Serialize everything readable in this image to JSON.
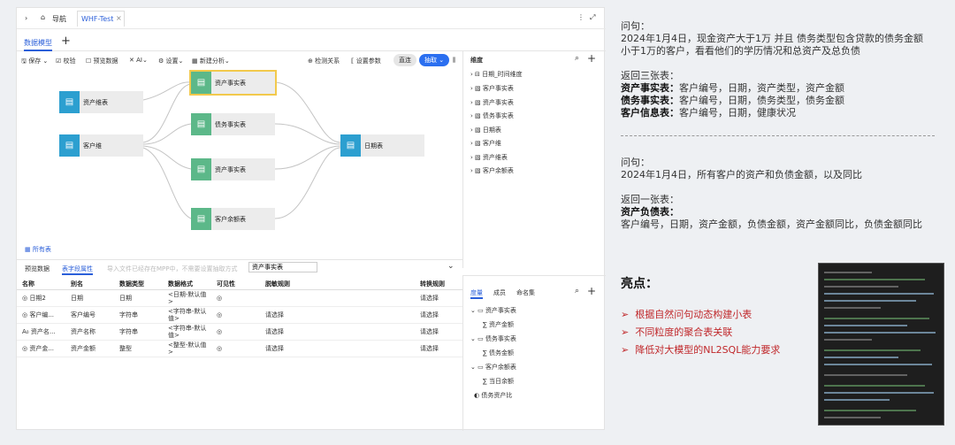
{
  "titlebar": {
    "nav_label": "导航",
    "tab_label": "WHF-Test",
    "close": "×"
  },
  "model_tab": "数据模型",
  "add_tab": "+",
  "toolbar": {
    "save": "保存",
    "verify": "校验",
    "preview": "预览数据",
    "ai": "AI",
    "settings": "设置",
    "new_analysis": "新建分析",
    "detect": "检测关系",
    "params": "设置参数",
    "direct": "直连",
    "extract": "抽取"
  },
  "nodes": {
    "asset_dim": "资产维表",
    "customer_dim": "客户维",
    "asset_fact1": "资产事实表",
    "debt_fact": "债务事实表",
    "asset_fact2": "资产事实表",
    "balance_table": "客户余额表",
    "date_table": "日期表"
  },
  "all_tables": "所有表",
  "right_tree": {
    "header": "维度",
    "items": [
      "日期_时间维度",
      "客户事实表",
      "资产事实表",
      "债务事实表",
      "日期表",
      "客户维",
      "资产维表",
      "客户余额表"
    ]
  },
  "bottom": {
    "tabs": [
      "预览数据",
      "表字段属性"
    ],
    "hint": "导入文件已经存在MPP中，不需要设置抽取方式",
    "search_value": "资产事实表",
    "headers": [
      "名称",
      "别名",
      "数据类型",
      "数据格式",
      "可见性",
      "脱敏规则",
      "转换规则"
    ],
    "rows": [
      {
        "icon": "◎",
        "name": "日期2",
        "alias": "日期",
        "type": "日期",
        "format": "<日期-默认值>",
        "mask": "",
        "conv": "请选择"
      },
      {
        "icon": "◎",
        "name": "客户编...",
        "alias": "客户编号",
        "type": "字符串",
        "format": "<字符串-默认值>",
        "mask": "请选择",
        "conv": "请选择"
      },
      {
        "icon": "A₀",
        "name": "资产名...",
        "alias": "资产名称",
        "type": "字符串",
        "format": "<字符串-默认值>",
        "mask": "请选择",
        "conv": "请选择"
      },
      {
        "icon": "◎",
        "name": "资产金...",
        "alias": "资产金额",
        "type": "整型",
        "format": "<整型-默认值>",
        "mask": "请选择",
        "conv": "请选择"
      }
    ]
  },
  "measures": {
    "tabs": [
      "度量",
      "成员",
      "命名集"
    ],
    "items": [
      "资产事实表",
      "资产金额",
      "债务事实表",
      "债务金额",
      "客户余额表",
      "当日余额",
      "债务资产比"
    ]
  },
  "notes": {
    "q1_label": "问句：",
    "q1_line1": "2024年1月4日，现金资产大于1万 并且 债务类型包含贷款的债务金额",
    "q1_line2": "小于1万的客户，看看他们的学历情况和总资产及总负债",
    "r1_title": "返回三张表：",
    "r1_t1": "资产事实表：",
    "r1_c1": "客户编号，日期，资产类型，资产金额",
    "r1_t2": "债务事实表：",
    "r1_c2": "客户编号，日期，债务类型，债务金额",
    "r1_t3": "客户信息表：",
    "r1_c3": "客户编号，日期，健康状况",
    "q2_label": "问句：",
    "q2_line1": "2024年1月4日，所有客户的资产和负债金额，以及同比",
    "r2_title": "返回一张表：",
    "r2_t1": "资产负债表：",
    "r2_c1": "客户编号，日期，资产金额，负债金额，资产金额同比，负债金额同比",
    "highlights_title": "亮点：",
    "bullets": [
      "根据自然问句动态构建小表",
      "不同粒度的聚合表关联",
      "降低对大模型的NL2SQL能力要求"
    ]
  }
}
